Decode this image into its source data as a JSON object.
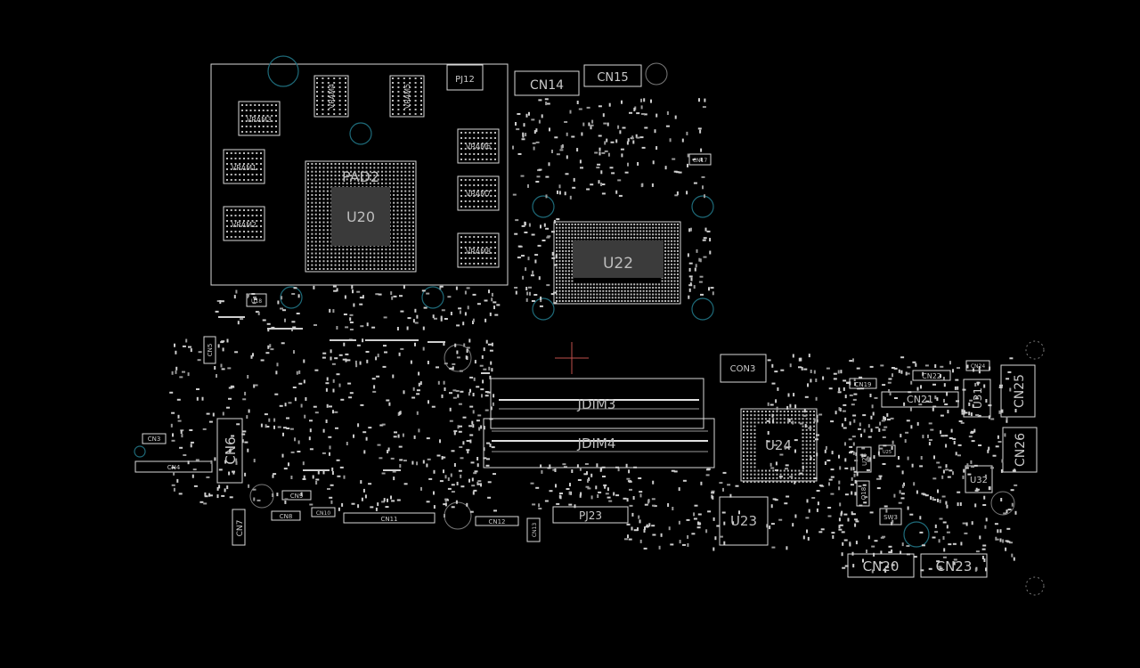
{
  "labels": {
    "pj12": "PJ12",
    "cn14": "CN14",
    "cn15": "CN15",
    "cn17": "CN17",
    "vram1": "VRAM1",
    "vram2": "VRAM2",
    "vram3": "VRAM3",
    "vram4": "VRAM4",
    "vram5": "VRAM5",
    "vram6": "VRAM6",
    "vram7": "VRAM7",
    "vram8": "VRAM8",
    "pad2": "PAD2",
    "u20": "U20",
    "u22": "U22",
    "u18": "U18",
    "cn5": "CN5",
    "cn3": "CN3",
    "cn4": "CN4",
    "cn6": "CN6",
    "cn7": "CN7",
    "cn8": "CN8",
    "cn9": "CN9",
    "cn10": "CN10",
    "cn11": "CN11",
    "cn12": "CN12",
    "cn13": "CN13",
    "pj23": "PJ23",
    "jdim3": "JDIM3",
    "jdim4": "JDIM4",
    "con3": "CON3",
    "u24": "U24",
    "u23": "U23",
    "cn19": "CN19",
    "cn22": "CN22",
    "cn21": "CN21",
    "cn24": "CN24",
    "u31": "U31",
    "cn25": "CN25",
    "cn26": "CN26",
    "u26": "U26",
    "u25": "U25",
    "u32": "U32",
    "q18": "Q18",
    "sw3": "SW3",
    "cn20": "CN20",
    "cn23": "CN23"
  },
  "colors": {
    "background": "#000000",
    "outline": "#d8d8d8",
    "mounting_hole": "#1e6b7a",
    "cursor": "#c0504d"
  }
}
